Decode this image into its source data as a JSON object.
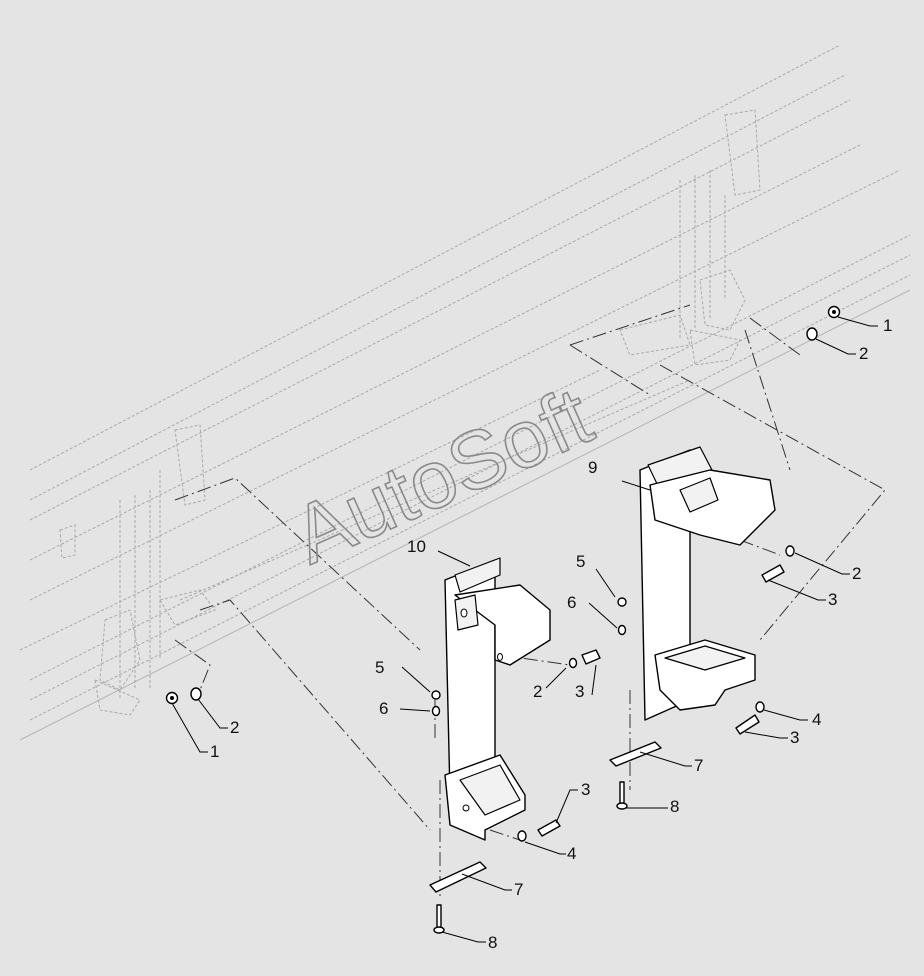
{
  "watermark": "AutoSoft",
  "callouts": [
    {
      "id": "c1a",
      "text": "1"
    },
    {
      "id": "c2a",
      "text": "2"
    },
    {
      "id": "c1b",
      "text": "1"
    },
    {
      "id": "c2b",
      "text": "2"
    },
    {
      "id": "c9",
      "text": "9"
    },
    {
      "id": "c2c",
      "text": "2"
    },
    {
      "id": "c3a",
      "text": "3"
    },
    {
      "id": "c5a",
      "text": "5"
    },
    {
      "id": "c6a",
      "text": "6"
    },
    {
      "id": "c10",
      "text": "10"
    },
    {
      "id": "c2d",
      "text": "2"
    },
    {
      "id": "c3b",
      "text": "3"
    },
    {
      "id": "c5b",
      "text": "5"
    },
    {
      "id": "c6b",
      "text": "6"
    },
    {
      "id": "c4a",
      "text": "4"
    },
    {
      "id": "c3c",
      "text": "3"
    },
    {
      "id": "c7a",
      "text": "7"
    },
    {
      "id": "c8a",
      "text": "8"
    },
    {
      "id": "c3d",
      "text": "3"
    },
    {
      "id": "c4b",
      "text": "4"
    },
    {
      "id": "c7b",
      "text": "7"
    },
    {
      "id": "c8b",
      "text": "8"
    }
  ]
}
